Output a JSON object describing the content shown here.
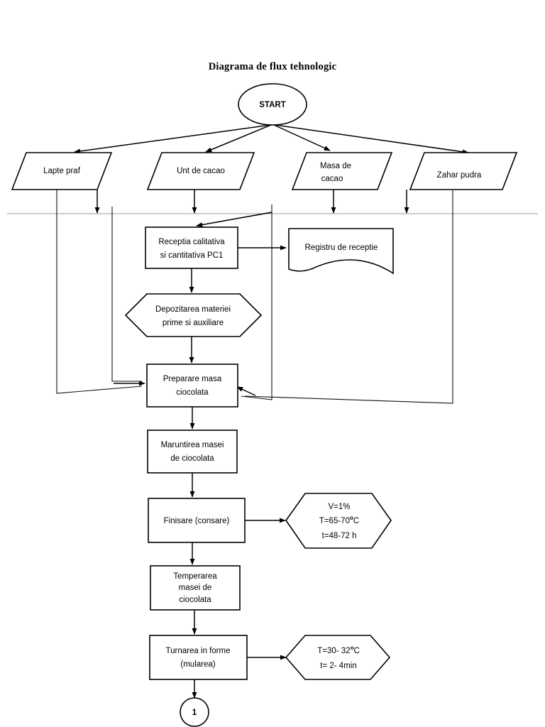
{
  "document": {
    "title": "Diagrama de flux tehnologic",
    "page_background": "#ffffff",
    "line_color": "#000000",
    "faint_line_color": "#9a9a9a"
  },
  "chart_data": {
    "type": "diagram",
    "diagram_kind": "process-flowchart",
    "title": "Diagrama de flux tehnologic",
    "language": "ro",
    "nodes": [
      {
        "id": "start",
        "shape": "ellipse",
        "label": "START"
      },
      {
        "id": "lapte",
        "shape": "parallelogram",
        "label": "Lapte praf"
      },
      {
        "id": "unt",
        "shape": "parallelogram",
        "label": "Unt de cacao"
      },
      {
        "id": "masa",
        "shape": "parallelogram",
        "label": "Masa de cacao"
      },
      {
        "id": "zahar",
        "shape": "parallelogram",
        "label": "Zahar pudra"
      },
      {
        "id": "receptie",
        "shape": "rectangle",
        "label": "Receptia calitativa si cantitativa PC1"
      },
      {
        "id": "registru",
        "shape": "document",
        "label": "Registru de receptie"
      },
      {
        "id": "depozitare",
        "shape": "hexagon",
        "label": "Depozitarea materiei prime si auxiliare"
      },
      {
        "id": "preparare",
        "shape": "rectangle",
        "label": "Preparare masa ciocolata"
      },
      {
        "id": "maruntire",
        "shape": "rectangle",
        "label": "Maruntirea masei de ciocolata"
      },
      {
        "id": "finisare",
        "shape": "rectangle",
        "label": "Finisare (consare)"
      },
      {
        "id": "param_finisare",
        "shape": "hexagon",
        "label": "V=1% T=65-70 C t=48-72 h"
      },
      {
        "id": "temperare",
        "shape": "rectangle",
        "label": "Temperarea masei de ciocolata"
      },
      {
        "id": "turnare",
        "shape": "rectangle",
        "label": "Turnarea in forme (mularea)"
      },
      {
        "id": "param_turnare",
        "shape": "hexagon",
        "label": "T=30- 32 C t= 2- 4min"
      },
      {
        "id": "connector1",
        "shape": "circle",
        "label": "1"
      }
    ],
    "edges": [
      {
        "from": "start",
        "to": "lapte"
      },
      {
        "from": "start",
        "to": "unt"
      },
      {
        "from": "start",
        "to": "masa"
      },
      {
        "from": "start",
        "to": "zahar"
      },
      {
        "from": "lapte",
        "to": "receptie"
      },
      {
        "from": "unt",
        "to": "receptie"
      },
      {
        "from": "masa",
        "to": "receptie"
      },
      {
        "from": "zahar",
        "to": "receptie"
      },
      {
        "from": "lapte",
        "to": "preparare",
        "note": "bypass-left"
      },
      {
        "from": "unt",
        "to": "preparare",
        "note": "bypass-left"
      },
      {
        "from": "masa",
        "to": "preparare",
        "note": "bypass-right"
      },
      {
        "from": "zahar",
        "to": "preparare",
        "note": "bypass-right"
      },
      {
        "from": "receptie",
        "to": "registru"
      },
      {
        "from": "receptie",
        "to": "depozitare"
      },
      {
        "from": "depozitare",
        "to": "preparare"
      },
      {
        "from": "preparare",
        "to": "maruntire"
      },
      {
        "from": "maruntire",
        "to": "finisare"
      },
      {
        "from": "finisare",
        "to": "param_finisare"
      },
      {
        "from": "finisare",
        "to": "temperare"
      },
      {
        "from": "temperare",
        "to": "turnare"
      },
      {
        "from": "turnare",
        "to": "param_turnare"
      },
      {
        "from": "turnare",
        "to": "connector1"
      }
    ]
  },
  "nodes": {
    "start": {
      "label": "START"
    },
    "lapte_praf": {
      "label": "Lapte praf"
    },
    "unt_de_cacao": {
      "label": "Unt de cacao"
    },
    "masa_de_cacao": {
      "line1": "Masa de",
      "line2": "cacao"
    },
    "zahar_pudra": {
      "label": "Zahar pudra"
    },
    "receptie": {
      "line1": "Receptia calitativa",
      "line2": "si cantitativa PC1"
    },
    "registru": {
      "label": "Registru de receptie"
    },
    "depozitare": {
      "line1": "Depozitarea materiei",
      "line2": "prime si auxiliare"
    },
    "preparare": {
      "line1": "Preparare masa",
      "line2": "ciocolata"
    },
    "maruntire": {
      "line1": "Maruntirea masei",
      "line2": "de ciocolata"
    },
    "finisare": {
      "label": "Finisare (consare)"
    },
    "param_finisare": {
      "line1": "V=1%",
      "line2_pre": "T=65-70",
      "line2_sup": "o",
      "line2_post": "C",
      "line3": "t=48-72 h"
    },
    "temperare": {
      "line1": "Temperarea",
      "line2": "masei de",
      "line3": "ciocolata"
    },
    "turnare": {
      "line1": "Turnarea in forme",
      "line2": "(mularea)"
    },
    "param_turnare": {
      "line1_pre": "T=30- 32",
      "line1_sup": "o",
      "line1_post": "C",
      "line2": "t= 2- 4min"
    },
    "connector1": {
      "label": "1"
    }
  }
}
